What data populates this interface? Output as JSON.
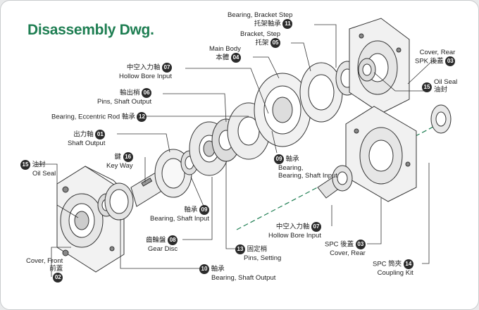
{
  "title": "Disassembly Dwg.",
  "accent_color": "#1e7e52",
  "labels": {
    "c11": {
      "en": "Bearing, Bracket Step",
      "zh": "托架軸承",
      "num": "11"
    },
    "c05": {
      "en": "Bracket, Step",
      "zh": "托架",
      "num": "05"
    },
    "c04": {
      "en": "Main Body",
      "zh": "本體",
      "num": "04"
    },
    "c03r": {
      "en": "Cover, Rear",
      "zh": "SPK 後蓋",
      "num": "03"
    },
    "c15r": {
      "en": "Oil Seal",
      "zh": "油封",
      "num": "15"
    },
    "c07a": {
      "zh": "中空入力軸",
      "en": "Hollow Bore Input",
      "num": "07"
    },
    "c06": {
      "zh": "輸出梢",
      "en": "Pins, Shaft Output",
      "num": "06"
    },
    "c12": {
      "en": "Bearing, Eccentric Rod",
      "zh": "軸承",
      "num": "12"
    },
    "c01": {
      "zh": "出力軸",
      "en": "Shaft Output",
      "num": "01"
    },
    "c16": {
      "zh": "鍵",
      "en": "Key Way",
      "num": "16"
    },
    "c15l": {
      "zh": "油封",
      "en": "Oil Seal",
      "num": "15"
    },
    "c09a": {
      "zh": "軸承",
      "en": "Bearing, Shaft Input",
      "num": "09"
    },
    "c09b": {
      "zh": "軸承",
      "en": "Bearing, Shaft Input",
      "num": "09"
    },
    "c08": {
      "zh": "齒輪盤",
      "en": "Gear Disc",
      "num": "08"
    },
    "c13": {
      "zh": "固定梢",
      "en": "Pins, Setting",
      "num": "13"
    },
    "c10": {
      "zh": "軸承",
      "en": "Bearing, Shaft Output",
      "num": "10"
    },
    "c02": {
      "en": "Cover, Front",
      "zh": "前蓋",
      "num": "02"
    },
    "c07b": {
      "zh": "中空入力軸",
      "en": "Hollow Bore Input",
      "num": "07"
    },
    "c03b": {
      "zh": "SPC 後蓋",
      "en": "Cover, Rear",
      "num": "03"
    },
    "c14": {
      "zh": "SPC 筒夾",
      "en": "Coupling Kit",
      "num": "14"
    }
  }
}
